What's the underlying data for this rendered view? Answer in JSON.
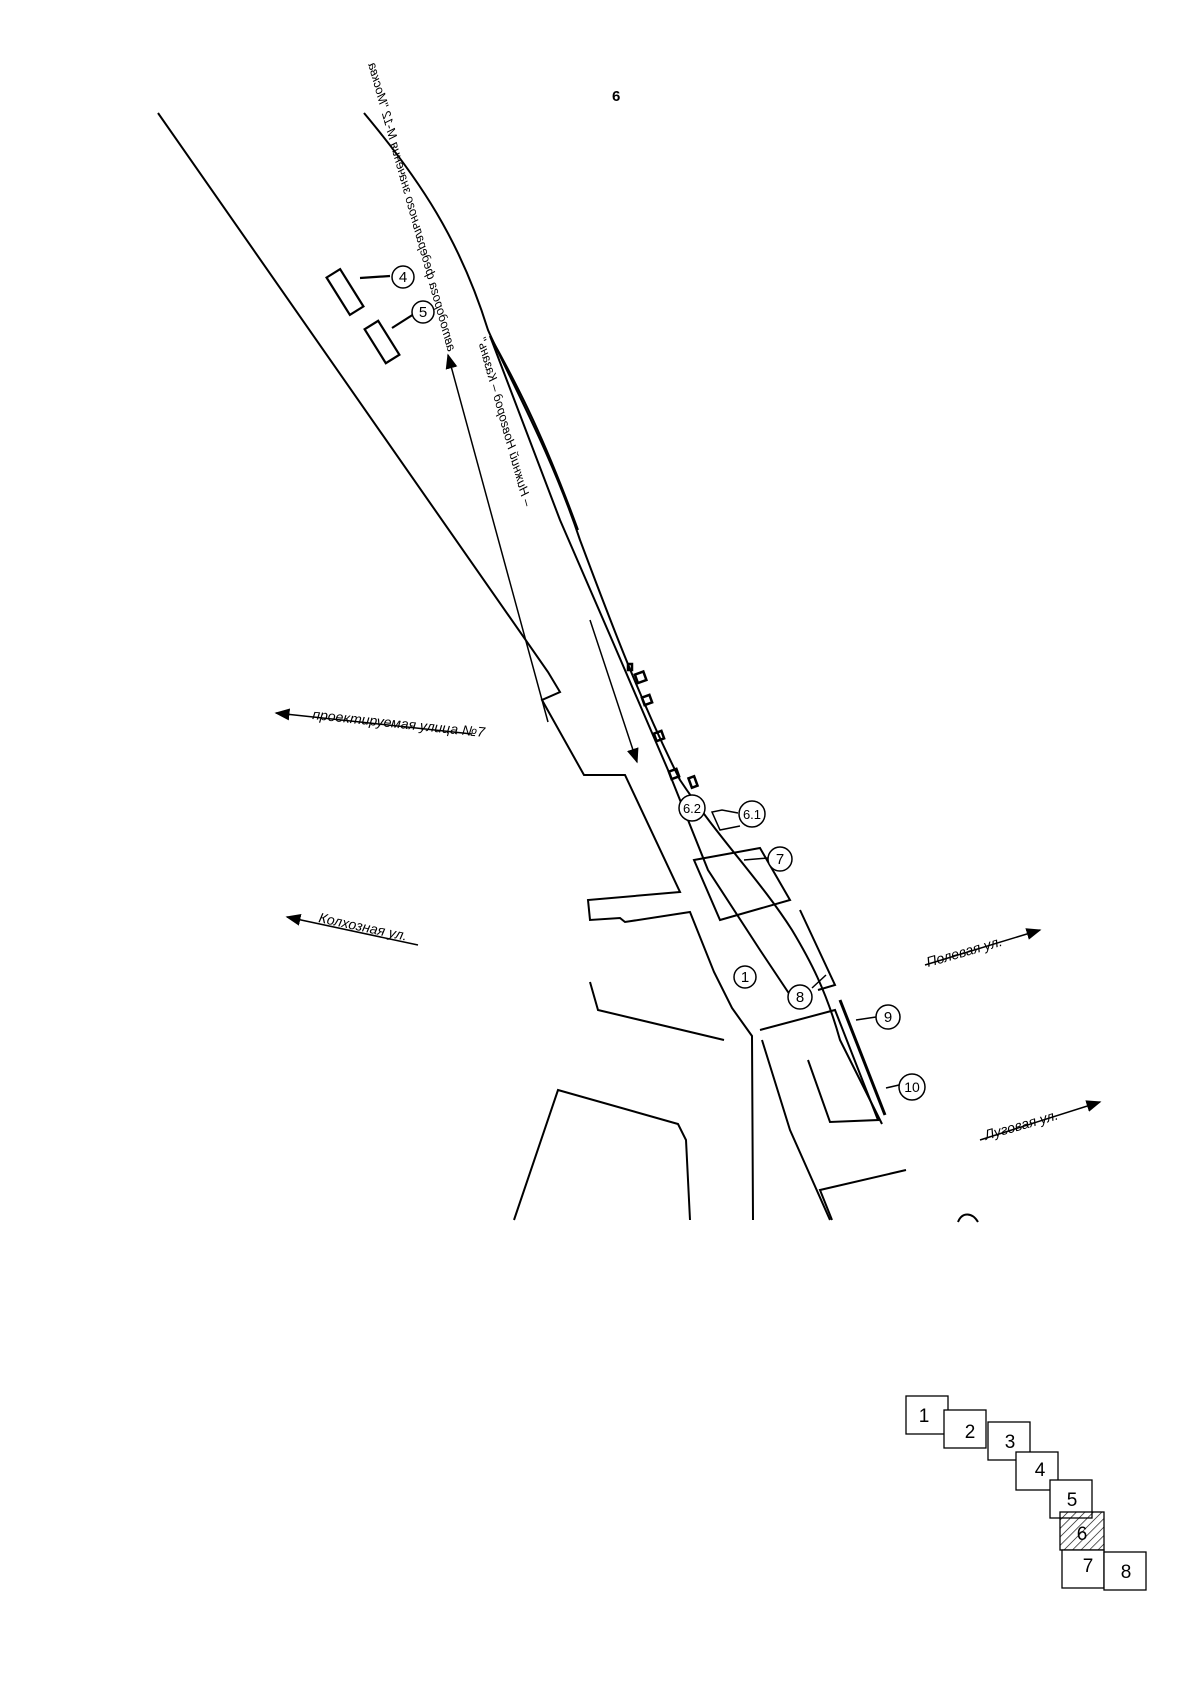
{
  "page_number": "6",
  "streets": {
    "street7": "проектируемая улица №7",
    "kolkhoznaya": "Колхозная ул.",
    "polevaya": "Полевая ул.",
    "lugovaya": "Луговая ул."
  },
  "highway": {
    "line1": "автодорога федерального значения М-12 \"Москва",
    "line2": "– Нижний Новгород – Казань\""
  },
  "callouts": [
    "1",
    "4",
    "5",
    "6.1",
    "6.2",
    "7",
    "8",
    "9",
    "10"
  ],
  "index_sheets": [
    "1",
    "2",
    "3",
    "4",
    "5",
    "6",
    "7",
    "8"
  ],
  "current_sheet": "6"
}
